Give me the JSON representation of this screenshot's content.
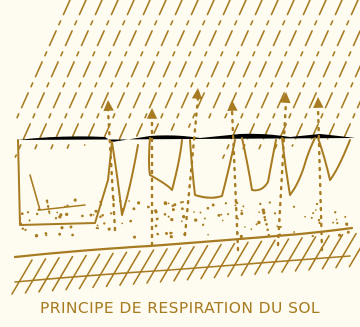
{
  "caption": "PRINCIPE DE RESPIRATION DU SOL",
  "colors": {
    "ink": "#a77b22",
    "background": "#fefcf0"
  },
  "icons": [
    "rain-lines",
    "air-arrow",
    "soil-clod",
    "soil-pore",
    "subsoil-hatching"
  ]
}
